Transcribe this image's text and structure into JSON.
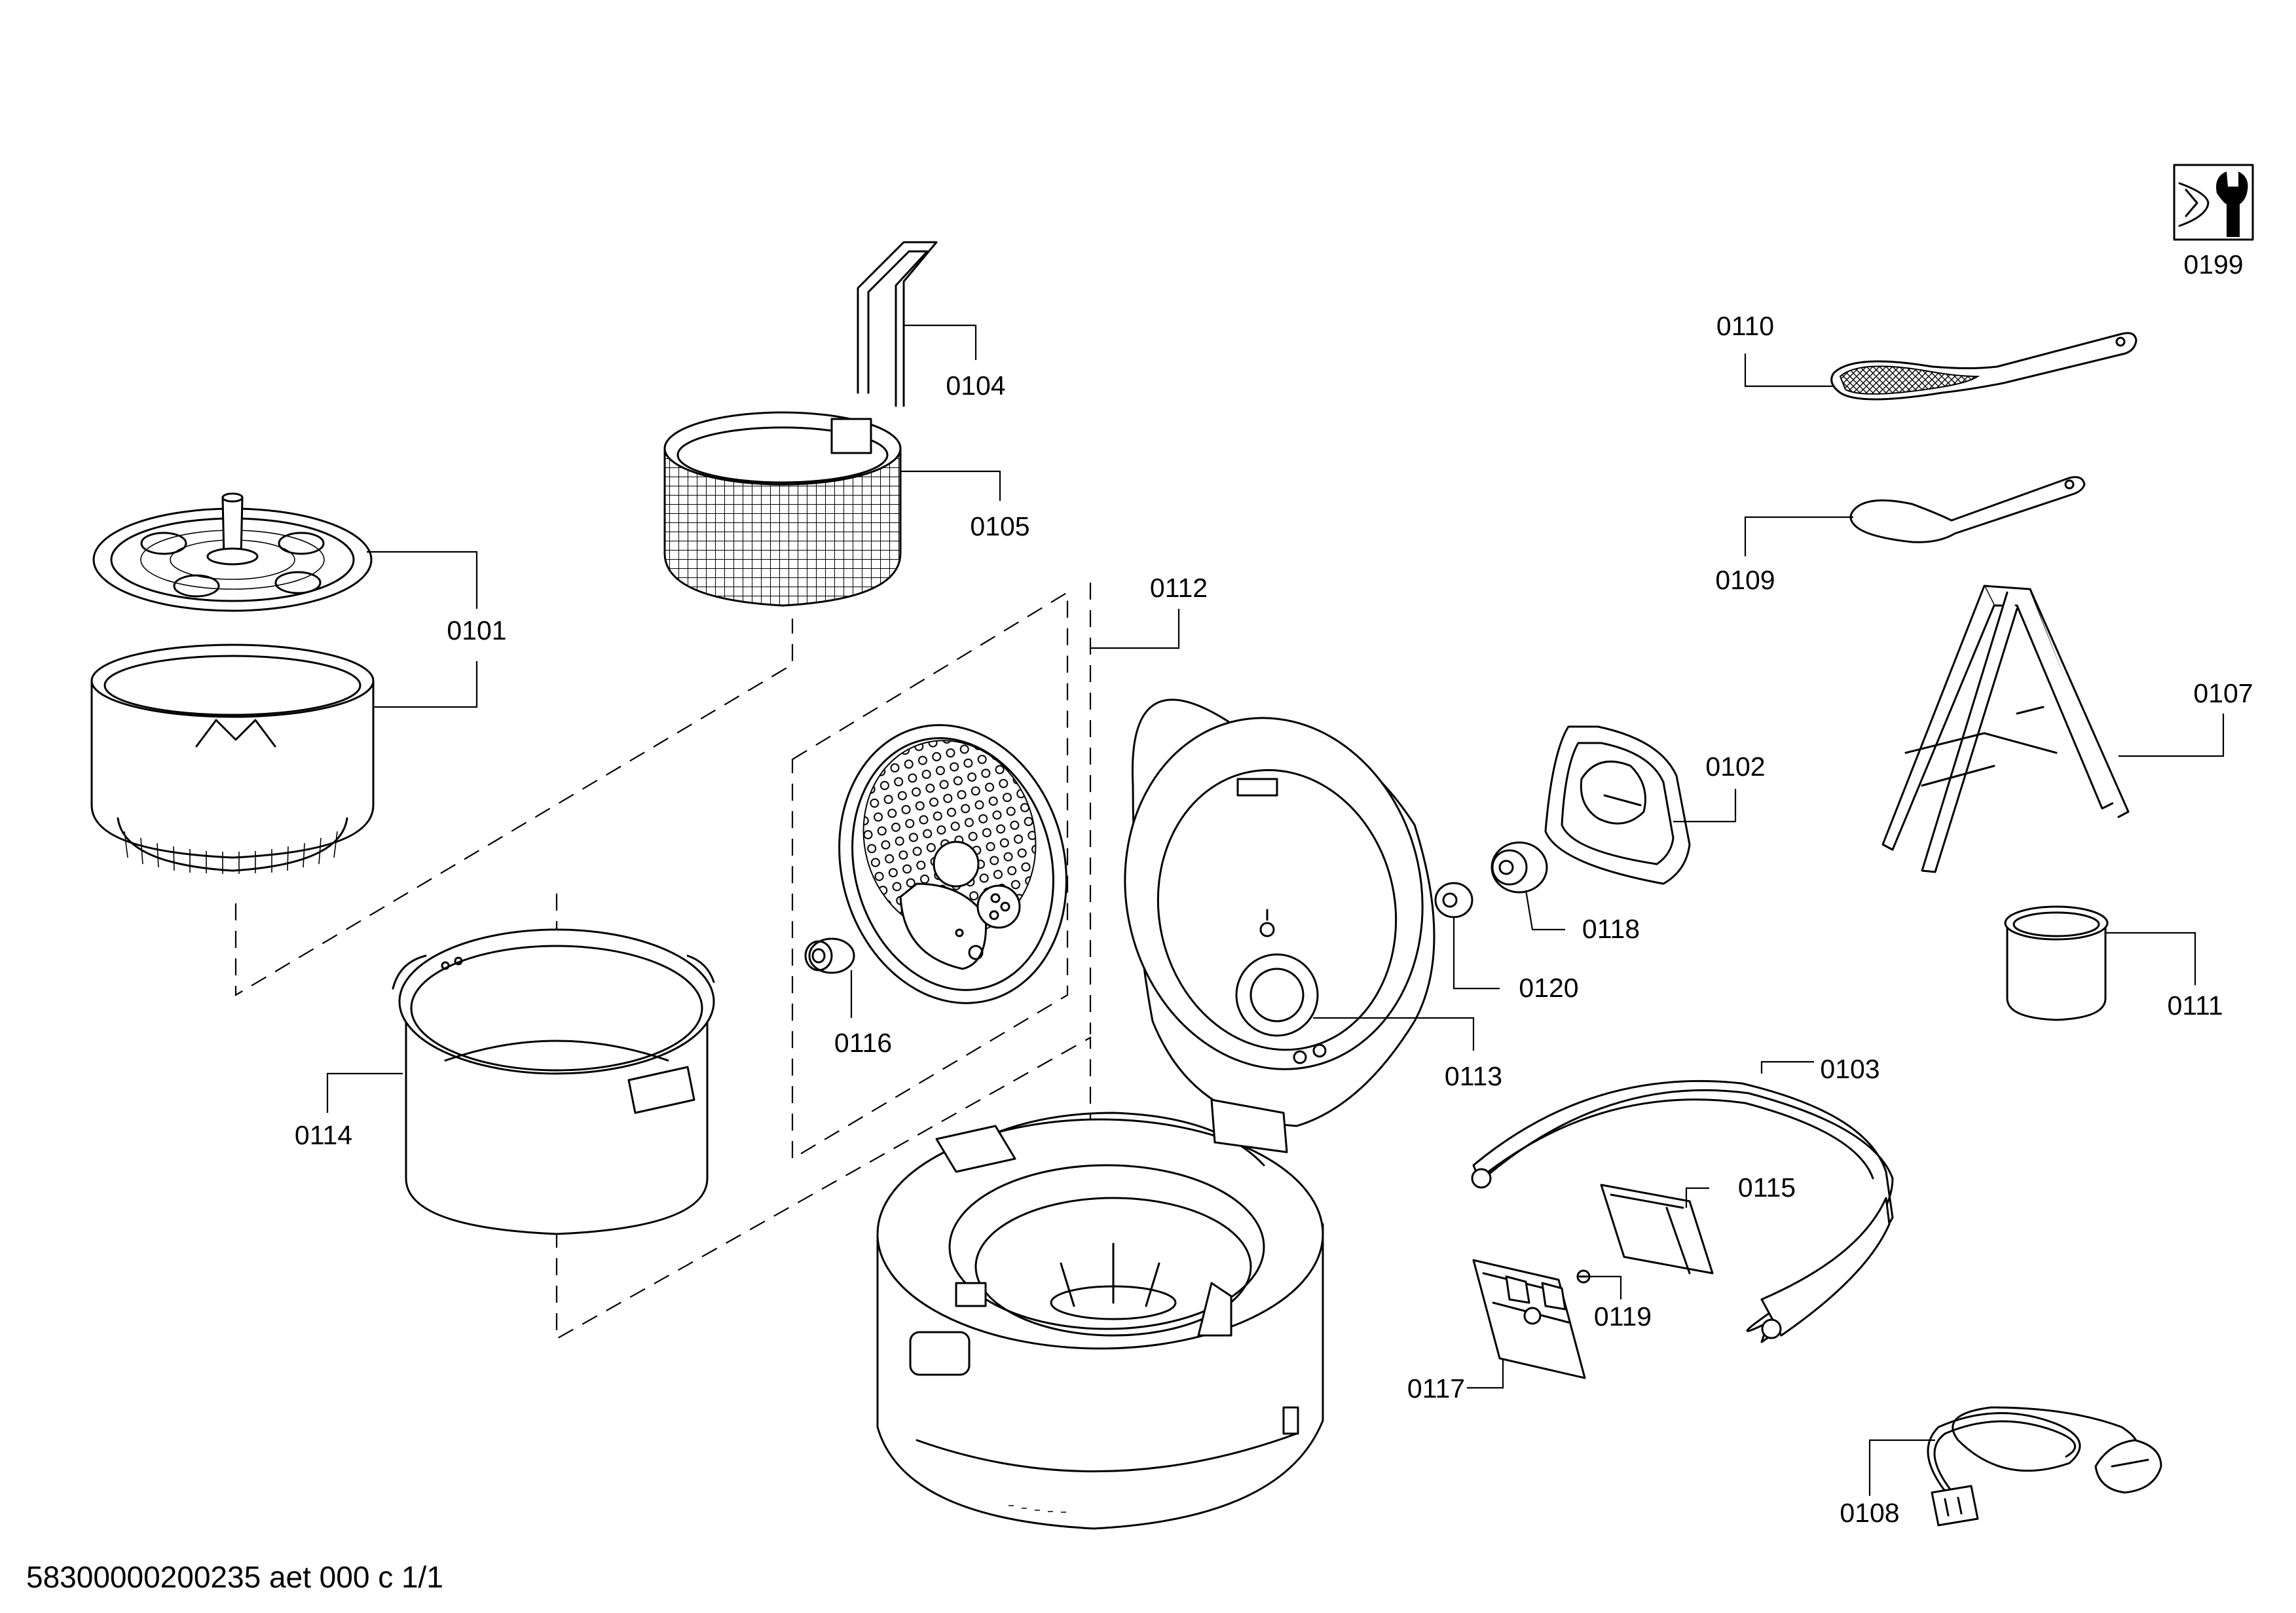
{
  "parts": [
    {
      "id": "p0101",
      "label": "0101"
    },
    {
      "id": "p0102",
      "label": "0102"
    },
    {
      "id": "p0103",
      "label": "0103"
    },
    {
      "id": "p0104",
      "label": "0104"
    },
    {
      "id": "p0105",
      "label": "0105"
    },
    {
      "id": "p0107",
      "label": "0107"
    },
    {
      "id": "p0108",
      "label": "0108"
    },
    {
      "id": "p0109",
      "label": "0109"
    },
    {
      "id": "p0110",
      "label": "0110"
    },
    {
      "id": "p0111",
      "label": "0111"
    },
    {
      "id": "p0112",
      "label": "0112"
    },
    {
      "id": "p0113",
      "label": "0113"
    },
    {
      "id": "p0114",
      "label": "0114"
    },
    {
      "id": "p0115",
      "label": "0115"
    },
    {
      "id": "p0116",
      "label": "0116"
    },
    {
      "id": "p0117",
      "label": "0117"
    },
    {
      "id": "p0118",
      "label": "0118"
    },
    {
      "id": "p0119",
      "label": "0119"
    },
    {
      "id": "p0120",
      "label": "0120"
    },
    {
      "id": "p0199",
      "label": "0199"
    }
  ],
  "footer": {
    "doc_id": "58300000200235 aet 000 c 1/1"
  }
}
